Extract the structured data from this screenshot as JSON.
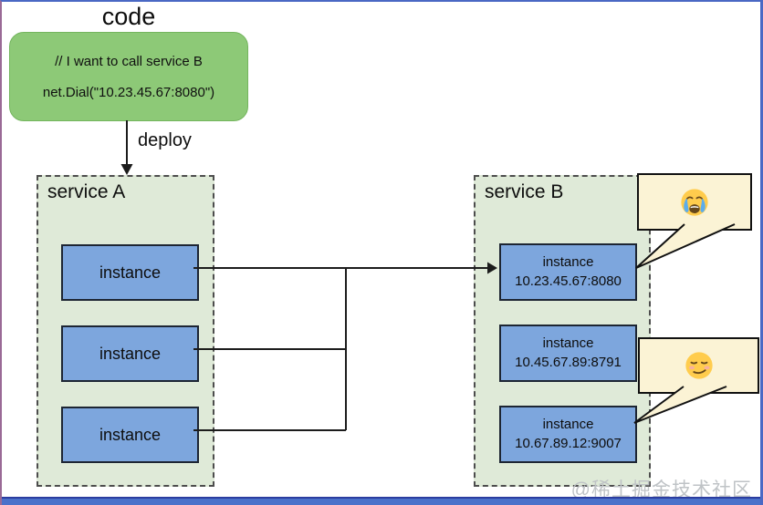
{
  "title": "code",
  "code_box": {
    "comment_line": "// I want to call service B",
    "code_line": "net.Dial(\"10.23.45.67:8080\")"
  },
  "deploy_label": "deploy",
  "service_a": {
    "label": "service A",
    "instances": [
      {
        "label": "instance"
      },
      {
        "label": "instance"
      },
      {
        "label": "instance"
      }
    ]
  },
  "service_b": {
    "label": "service B",
    "instances": [
      {
        "label": "instance",
        "address": "10.23.45.67:8080"
      },
      {
        "label": "instance",
        "address": "10.45.67.89:8791"
      },
      {
        "label": "instance",
        "address": "10.67.89.12:9007"
      }
    ]
  },
  "bubbles": [
    {
      "emoji": "😭",
      "icon": "loudly-crying-face-emoji",
      "points_to": "10.23.45.67:8080"
    },
    {
      "emoji": "😏",
      "icon": "smirking-face-emoji",
      "points_to": "10.67.89.12:9007"
    }
  ],
  "watermark": "@稀土掘金技术社区",
  "colors": {
    "code_box_bg": "#8dc977",
    "service_box_bg": "#dfead8",
    "instance_bg": "#7da6dd",
    "bubble_bg": "#fbf3d5",
    "frame_blue": "#4a68c4",
    "frame_purple": "#9a6a96",
    "bottom_bar": "#4a71ca",
    "tear_blue": "#5dadec",
    "emoji_yellow": "#ffcc4d"
  }
}
